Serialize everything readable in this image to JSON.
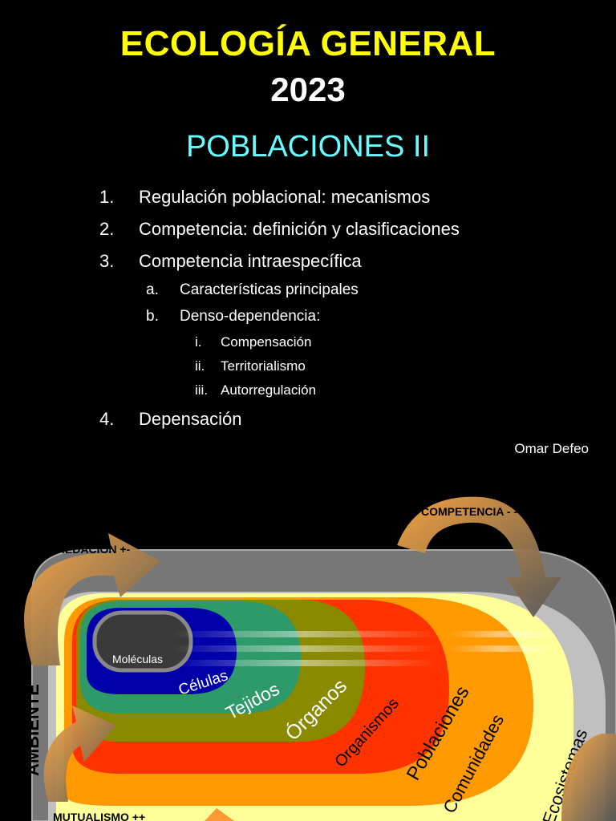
{
  "title": "ECOLOGÍA GENERAL",
  "year": "2023",
  "subtitle": "POBLACIONES II",
  "outline": {
    "item1": {
      "num": "1.",
      "text": "Regulación poblacional: mecanismos"
    },
    "item2": {
      "num": "2.",
      "text": "Competencia: definición y clasificaciones"
    },
    "item3": {
      "num": "3.",
      "text": "Competencia intraespecífica"
    },
    "item3a": {
      "num": "a.",
      "text": "Características principales"
    },
    "item3b": {
      "num": "b.",
      "text": "Denso-dependencia:"
    },
    "item3bi": {
      "num": "i.",
      "text": "Compensación"
    },
    "item3bii": {
      "num": "ii.",
      "text": "Territorialismo"
    },
    "item3biii": {
      "num": "iii.",
      "text": "Autorregulación"
    },
    "item4": {
      "num": "4.",
      "text": "Depensación"
    }
  },
  "author": "Omar Defeo",
  "diagram": {
    "interactions": {
      "depredacion": "DEPREDACIÓN +-",
      "competencia": "COMPETENCIA - -",
      "mutualismo": "MUTUALISMO ++"
    },
    "levels": {
      "moleculas": "Moléculas",
      "celulas": "Células",
      "tejidos": "Tejidos",
      "organos": "Órganos",
      "organismos": "Organismos",
      "poblaciones": "Poblaciones",
      "comunidades": "Comunidades",
      "ecosistemas": "Ecosistemas"
    },
    "ambiente": "AMBIENTE",
    "colors": {
      "moleculas": "#3a3a3a",
      "celulas": "#0000aa",
      "tejidos": "#2e9a6a",
      "organos": "#8a8a00",
      "organismos": "#ff3300",
      "poblaciones": "#ff9900",
      "comunidades": "#ffff99",
      "ecosistemas": "#c0c0c0",
      "ambiente": "#777777",
      "arrows": "#ff9933"
    }
  }
}
